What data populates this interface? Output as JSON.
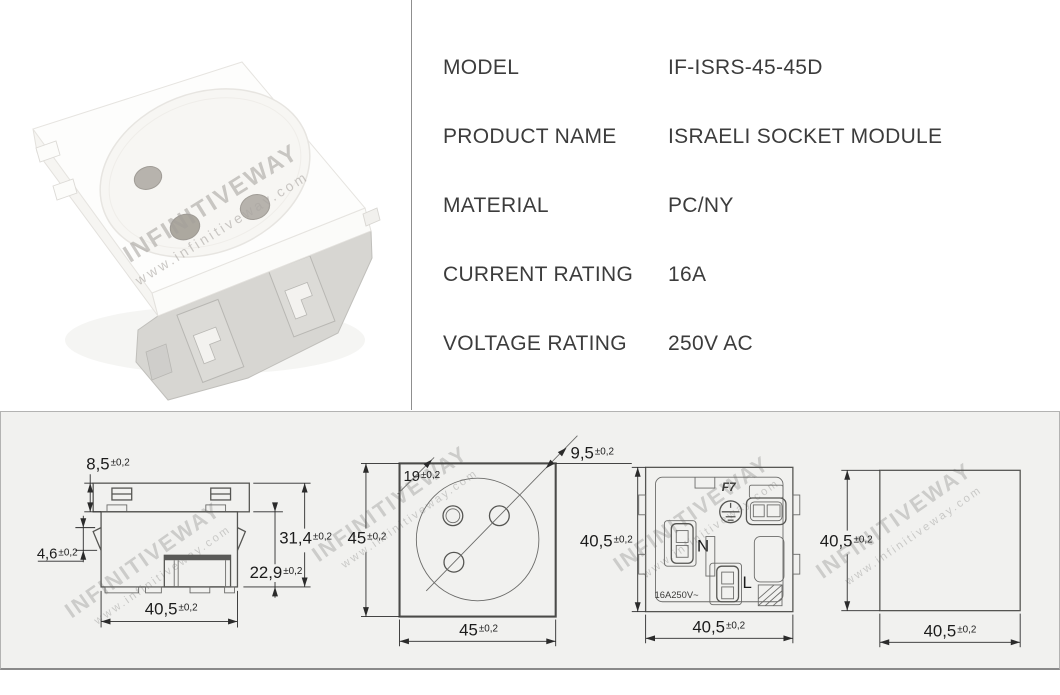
{
  "watermark": {
    "line1": "INFINITIVEWAY",
    "line2": "www.infinitiveway.com"
  },
  "spec": {
    "rows": [
      {
        "label": "MODEL",
        "value": "IF-ISRS-45-45D"
      },
      {
        "label": "PRODUCT NAME",
        "value": "ISRAELI SOCKET MODULE"
      },
      {
        "label": "MATERIAL",
        "value": "PC/NY"
      },
      {
        "label": "CURRENT RATING",
        "value": "16A"
      },
      {
        "label": "VOLTAGE RATING",
        "value": "250V AC"
      }
    ]
  },
  "drawings": {
    "side_view": {
      "plate_height": {
        "v": "8,5",
        "tol": "±0,2"
      },
      "claw_height": {
        "v": "4,6",
        "tol": "±0,2"
      },
      "total_height": {
        "v": "31,4",
        "tol": "±0,2"
      },
      "body_height": {
        "v": "22,9",
        "tol": "±0,2"
      },
      "width": {
        "v": "40,5",
        "tol": "±0,2"
      }
    },
    "front_view": {
      "hole_pitch": {
        "v": "19",
        "tol": "±0,2"
      },
      "hole_offset": {
        "v": "9,5",
        "tol": "±0,2"
      },
      "height": {
        "v": "45",
        "tol": "±0,2"
      },
      "width": {
        "v": "45",
        "tol": "±0,2"
      }
    },
    "back_view": {
      "fuse_label": "F7",
      "neutral_label": "N",
      "live_label": "L",
      "rating_label": "16A250V~",
      "height": {
        "v": "40,5",
        "tol": "±0,2"
      },
      "width": {
        "v": "40,5",
        "tol": "±0,2"
      }
    },
    "outline_view": {
      "height": {
        "v": "40,5",
        "tol": "±0,2"
      },
      "width": {
        "v": "40,5",
        "tol": "±0,2"
      }
    }
  },
  "colors": {
    "panel_bg": "#f1f1ef",
    "drawing_line": "#555552",
    "dimension_text": "#1c1c1c",
    "watermark_gray": "#a8a8a6"
  }
}
